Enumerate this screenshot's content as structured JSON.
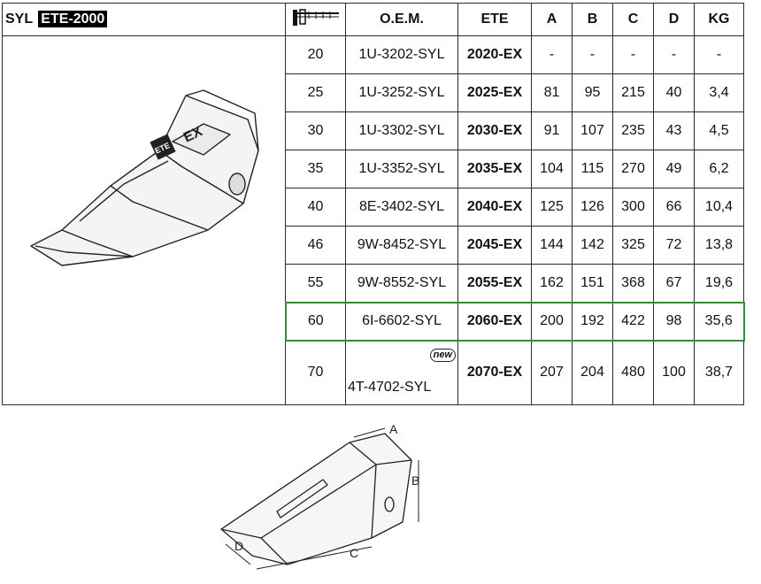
{
  "header": {
    "brand_prefix": "SYL",
    "series_label": "ETE-2000",
    "caliper_icon": "caliper-icon",
    "columns": [
      "O.E.M.",
      "ETE",
      "A",
      "B",
      "C",
      "D",
      "KG"
    ]
  },
  "rows": [
    {
      "size": "20",
      "oem": "1U-3202-SYL",
      "ete": "2020-EX",
      "a": "-",
      "b": "-",
      "c": "-",
      "d": "-",
      "kg": "-"
    },
    {
      "size": "25",
      "oem": "1U-3252-SYL",
      "ete": "2025-EX",
      "a": "81",
      "b": "95",
      "c": "215",
      "d": "40",
      "kg": "3,4"
    },
    {
      "size": "30",
      "oem": "1U-3302-SYL",
      "ete": "2030-EX",
      "a": "91",
      "b": "107",
      "c": "235",
      "d": "43",
      "kg": "4,5"
    },
    {
      "size": "35",
      "oem": "1U-3352-SYL",
      "ete": "2035-EX",
      "a": "104",
      "b": "115",
      "c": "270",
      "d": "49",
      "kg": "6,2"
    },
    {
      "size": "40",
      "oem": "8E-3402-SYL",
      "ete": "2040-EX",
      "a": "125",
      "b": "126",
      "c": "300",
      "d": "66",
      "kg": "10,4"
    },
    {
      "size": "46",
      "oem": "9W-8452-SYL",
      "ete": "2045-EX",
      "a": "144",
      "b": "142",
      "c": "325",
      "d": "72",
      "kg": "13,8"
    },
    {
      "size": "55",
      "oem": "9W-8552-SYL",
      "ete": "2055-EX",
      "a": "162",
      "b": "151",
      "c": "368",
      "d": "67",
      "kg": "19,6"
    },
    {
      "size": "60",
      "oem": "6I-6602-SYL",
      "ete": "2060-EX",
      "a": "200",
      "b": "192",
      "c": "422",
      "d": "98",
      "kg": "35,6"
    },
    {
      "size": "70",
      "oem": "4T-4702-SYL",
      "ete": "2070-EX",
      "a": "207",
      "b": "204",
      "c": "480",
      "d": "100",
      "kg": "38,7",
      "badge": "new"
    }
  ],
  "highlight_color": "#3a8a3a",
  "photo_labels": {
    "model": "EX",
    "logo": "ETE"
  },
  "diagram": {
    "dim_a": "A",
    "dim_b": "B",
    "dim_c": "C",
    "dim_d": "D"
  }
}
